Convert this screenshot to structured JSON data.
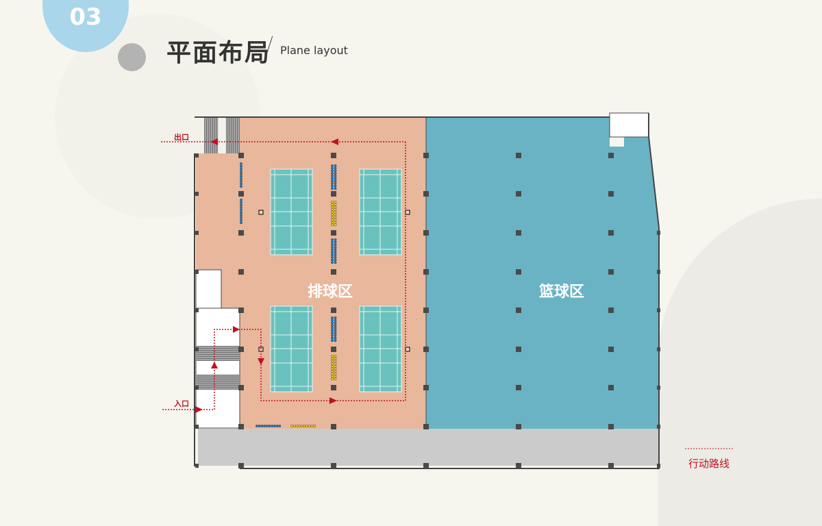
{
  "header": {
    "section_number": "03",
    "title": "平面布局",
    "subtitle": "Plane layout"
  },
  "plan": {
    "exit_label": "出口",
    "entrance_label": "入口",
    "volleyball_zone_label": "排球区",
    "basketball_zone_label": "篮球区"
  },
  "legend": {
    "route_label": "行动路线"
  },
  "colors": {
    "volleyball": "#e8b79c",
    "basketball": "#6ab3c4",
    "court": "#69c2bd",
    "route": "#c1121f",
    "corridor": "#cbcbcb",
    "column": "#4a4a4a",
    "blue_seat": "#1a7fcf",
    "yellow_seat": "#f2d21b"
  }
}
